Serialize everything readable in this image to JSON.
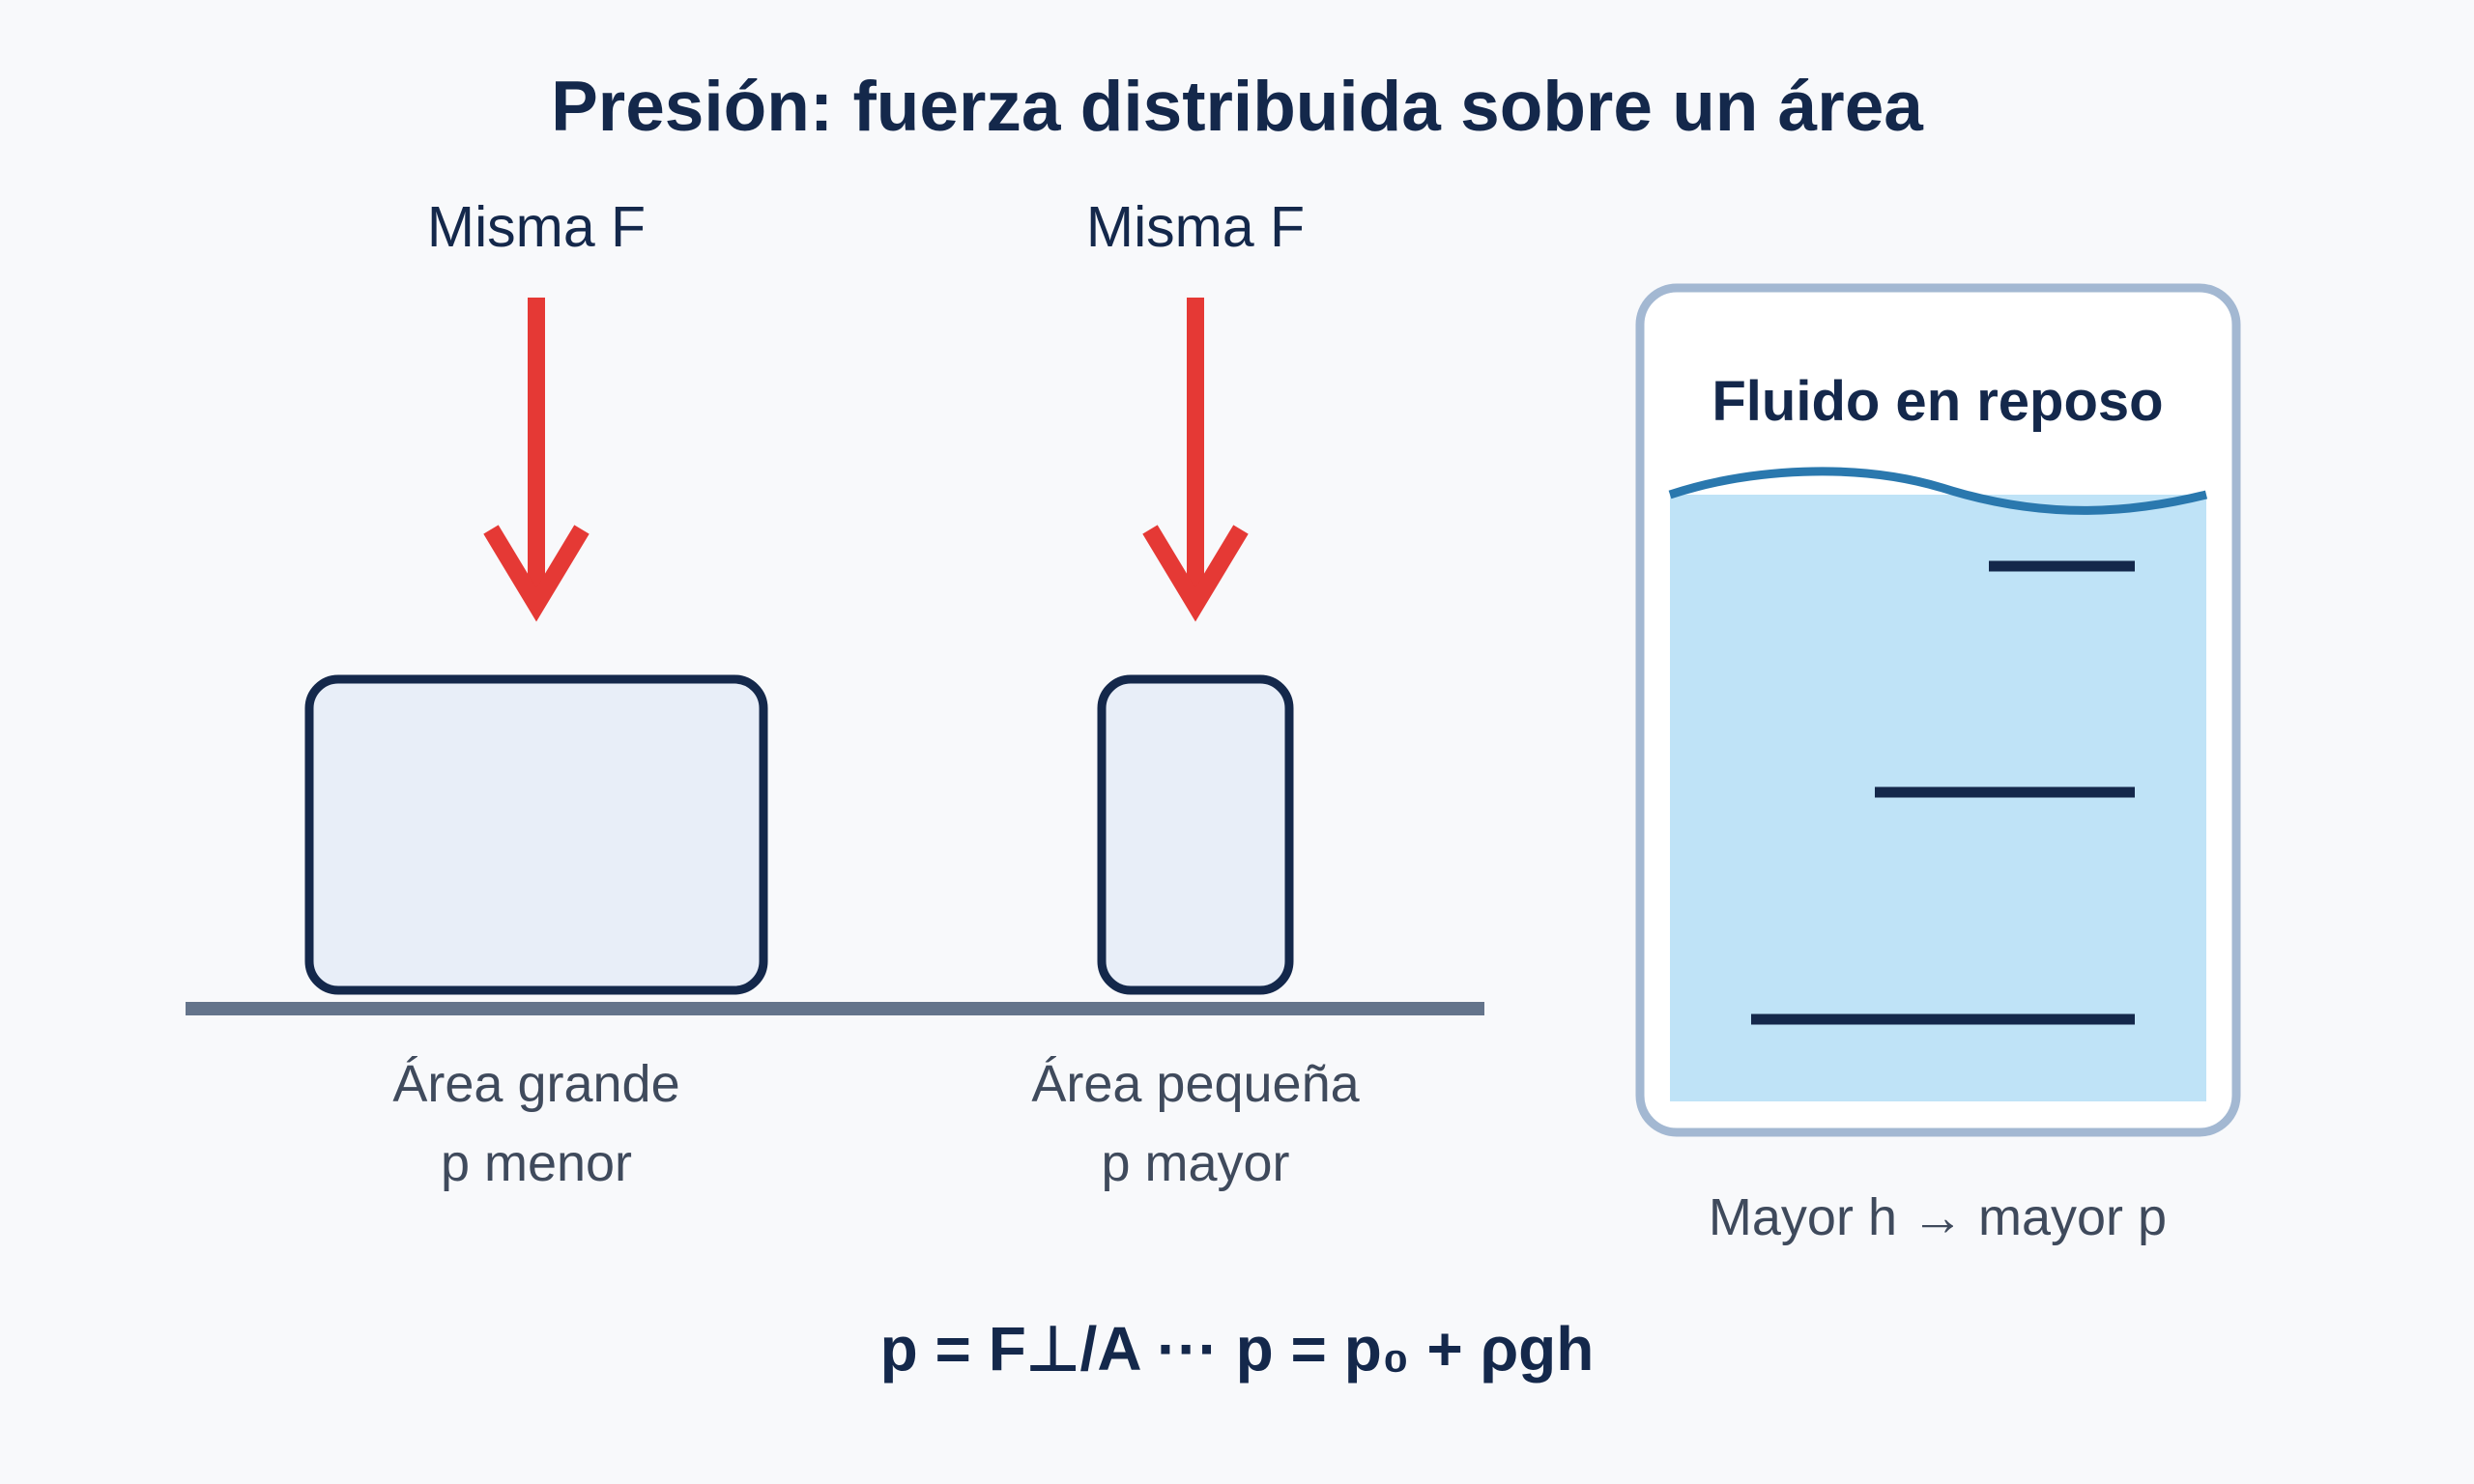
{
  "title": "Presión: fuerza distribuida sobre un área",
  "left_demo": {
    "force_label": "Misma F",
    "caption_line1": "Área grande",
    "caption_line2": "p menor"
  },
  "middle_demo": {
    "force_label": "Misma F",
    "caption_line1": "Área pequeña",
    "caption_line2": "p mayor"
  },
  "fluid_panel": {
    "title": "Fluido en reposo",
    "caption": "Mayor h → mayor p",
    "depth_marks": 3
  },
  "formula": "p = F⊥/A ··· p = p₀ + ρgh",
  "colors": {
    "background": "#f8f9fb",
    "ink": "#14284b",
    "arrow": "#e53935",
    "block_fill": "#e8eef8",
    "ground": "#64748b",
    "water": "#bfe3f7",
    "water_surface": "#2a78ae",
    "container_border": "#a3b8d2"
  }
}
